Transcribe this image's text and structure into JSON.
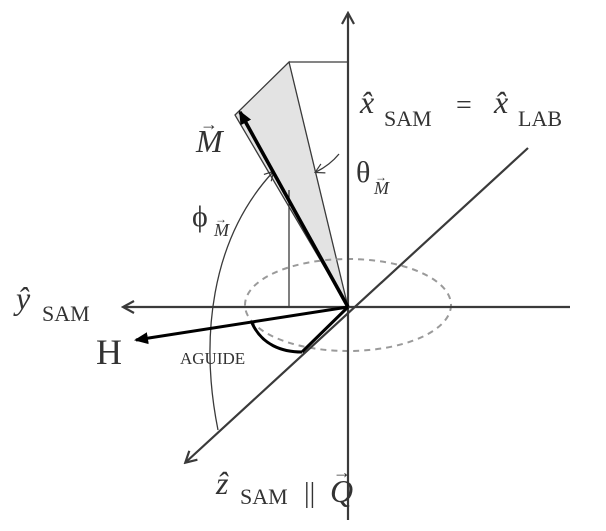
{
  "labels": {
    "x_sam": "x̂",
    "x_sam_sub": "SAM",
    "equals": "=",
    "x_lab": "x̂",
    "x_lab_sub": "LAB",
    "y_sam": "ŷ",
    "y_sam_sub": "SAM",
    "z_sam": "ẑ",
    "z_sam_sub": "SAM",
    "parallel": "||",
    "q": "Q",
    "m": "M",
    "theta": "θ",
    "theta_sub": "M",
    "phi": "ϕ",
    "phi_sub": "M",
    "h": "H",
    "aguide": "AGUIDE",
    "vec_arrow": "→"
  },
  "colors": {
    "axis": "#3a3a3a",
    "bold": "#000000",
    "cone_fill": "#e3e3e3",
    "ellipse": "#9a9a9a"
  }
}
